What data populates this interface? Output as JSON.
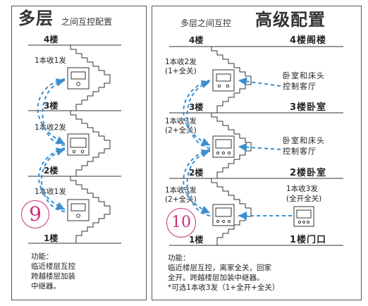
{
  "left": {
    "title_big": "多层",
    "title_small": "之间互控配置",
    "floors": [
      "4楼",
      "3楼",
      "2楼",
      "1楼"
    ],
    "switch_labels": [
      "1本收1发",
      "1本收2发",
      "1本收1发"
    ],
    "number": "9",
    "function_title": "功能：",
    "function_lines": [
      "临近楼层互控",
      "跨越楼层加装",
      "中继器。"
    ]
  },
  "right": {
    "title_small": "多层之间互控",
    "title_big": "高级配置",
    "floors_left": [
      "4楼",
      "3楼",
      "2楼",
      "1楼"
    ],
    "floors_right": [
      "4楼阁楼",
      "3楼卧室",
      "2楼卧室",
      "1楼门口"
    ],
    "switch_labels": [
      [
        "1本收2发",
        "(1+全关)"
      ],
      [
        "1本收3发",
        "(2+全关)"
      ],
      [
        "1本收3发",
        "(2+全关)"
      ]
    ],
    "remote_label": [
      "1本收3发",
      "(全开全关)"
    ],
    "room_labels": [
      [
        "卧室和床头",
        "控制客厅"
      ],
      [
        "卧室和床头",
        "控制客厅"
      ]
    ],
    "number": "10",
    "function_title": "功能：",
    "function_lines": [
      "临近楼层互控，离家全关，回家",
      "全开。跨越楼层加装中继器。",
      "*可选1本收3发（1+全开+全关）"
    ]
  },
  "colors": {
    "arrow": "#3a8fd0",
    "line": "#333333",
    "accent": "#c8307a"
  }
}
